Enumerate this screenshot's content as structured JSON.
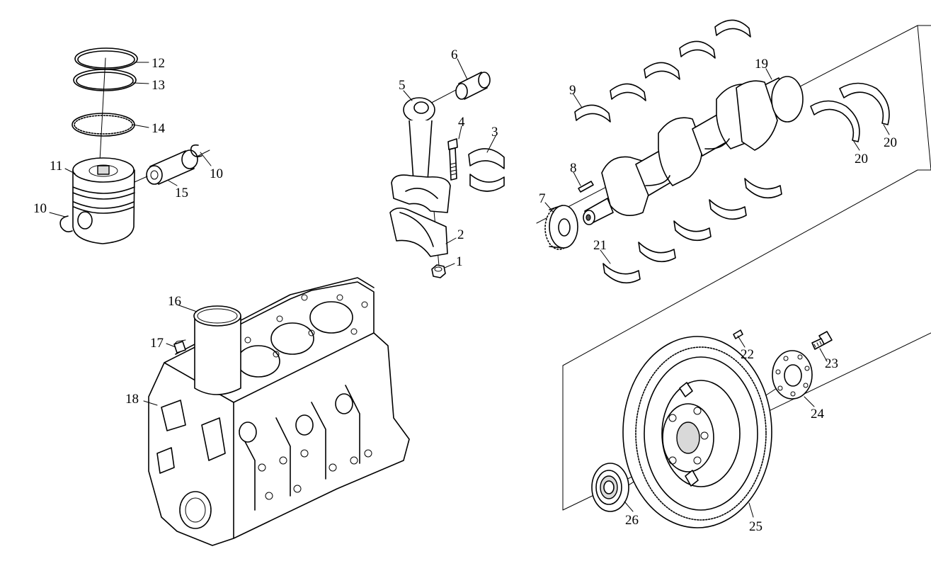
{
  "callouts": [
    {
      "id": "c1",
      "text": "1"
    },
    {
      "id": "c2",
      "text": "2"
    },
    {
      "id": "c3",
      "text": "3"
    },
    {
      "id": "c4",
      "text": "4"
    },
    {
      "id": "c5",
      "text": "5"
    },
    {
      "id": "c6",
      "text": "6"
    },
    {
      "id": "c7",
      "text": "7"
    },
    {
      "id": "c8",
      "text": "8"
    },
    {
      "id": "c9",
      "text": "9"
    },
    {
      "id": "c10a",
      "text": "10"
    },
    {
      "id": "c10b",
      "text": "10"
    },
    {
      "id": "c11",
      "text": "11"
    },
    {
      "id": "c12",
      "text": "12"
    },
    {
      "id": "c13",
      "text": "13"
    },
    {
      "id": "c14",
      "text": "14"
    },
    {
      "id": "c15",
      "text": "15"
    },
    {
      "id": "c16",
      "text": "16"
    },
    {
      "id": "c17",
      "text": "17"
    },
    {
      "id": "c18",
      "text": "18"
    },
    {
      "id": "c19",
      "text": "19"
    },
    {
      "id": "c20a",
      "text": "20"
    },
    {
      "id": "c20b",
      "text": "20"
    },
    {
      "id": "c21",
      "text": "21"
    },
    {
      "id": "c22",
      "text": "22"
    },
    {
      "id": "c23",
      "text": "23"
    },
    {
      "id": "c24",
      "text": "24"
    },
    {
      "id": "c25",
      "text": "25"
    },
    {
      "id": "c26",
      "text": "26"
    }
  ],
  "parts": [
    "piston-ring-top",
    "piston-ring-second",
    "oil-ring",
    "piston",
    "piston-pin",
    "snap-ring",
    "connecting-rod",
    "small-end-bushing",
    "rod-bolt",
    "rod-bearing",
    "rod-cap",
    "rod-nut",
    "crankshaft",
    "main-bearing-upper",
    "main-bearing-lower",
    "thrust-washer",
    "crank-gear",
    "key",
    "cylinder-block",
    "cylinder-liner",
    "plug",
    "flywheel",
    "dowel-pin",
    "flywheel-bolt",
    "lock-plate",
    "pilot-bearing"
  ]
}
